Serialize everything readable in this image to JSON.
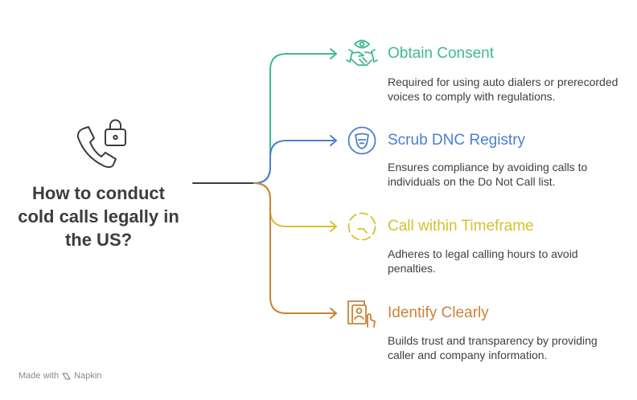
{
  "title": "How to conduct cold calls legally in the US?",
  "branches": [
    {
      "title": "Obtain Consent",
      "description": "Required for using auto dialers or prerecorded voices to comply with regulations.",
      "color": "#3fb98b",
      "icon": "handshake-eye-icon"
    },
    {
      "title": "Scrub DNC Registry",
      "description": "Ensures compliance by avoiding calls to individuals on the Do Not Call list.",
      "color": "#4a7fcf",
      "icon": "shield-icon"
    },
    {
      "title": "Call within Timeframe",
      "description": "Adheres to legal calling hours to avoid penalties.",
      "color": "#d4c22c",
      "icon": "clock-icon"
    },
    {
      "title": "Identify Clearly",
      "description": "Builds trust and transparency by providing caller and company information.",
      "color": "#c98338",
      "icon": "id-card-icon"
    }
  ],
  "footer": {
    "made_with": "Made with",
    "brand": "Napkin"
  }
}
